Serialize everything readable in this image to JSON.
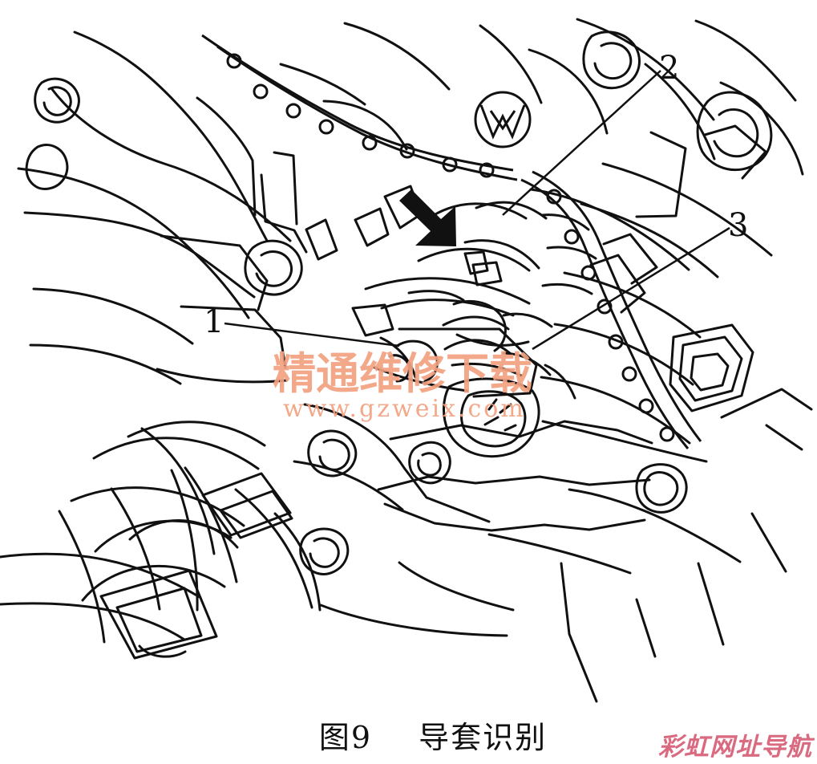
{
  "diagram": {
    "labels": [
      "1",
      "2",
      "3"
    ],
    "logo_text": "VW",
    "watermark": {
      "title": "精通维修下载",
      "url": "www.gzweix.com",
      "color": "#f2a17f"
    },
    "caption": {
      "number": "图9",
      "title": "导套识别"
    },
    "site_badge": {
      "text": "彩虹网址导航",
      "color": "#d96a80"
    },
    "arrow_icon": "black-pointer-arrow"
  }
}
